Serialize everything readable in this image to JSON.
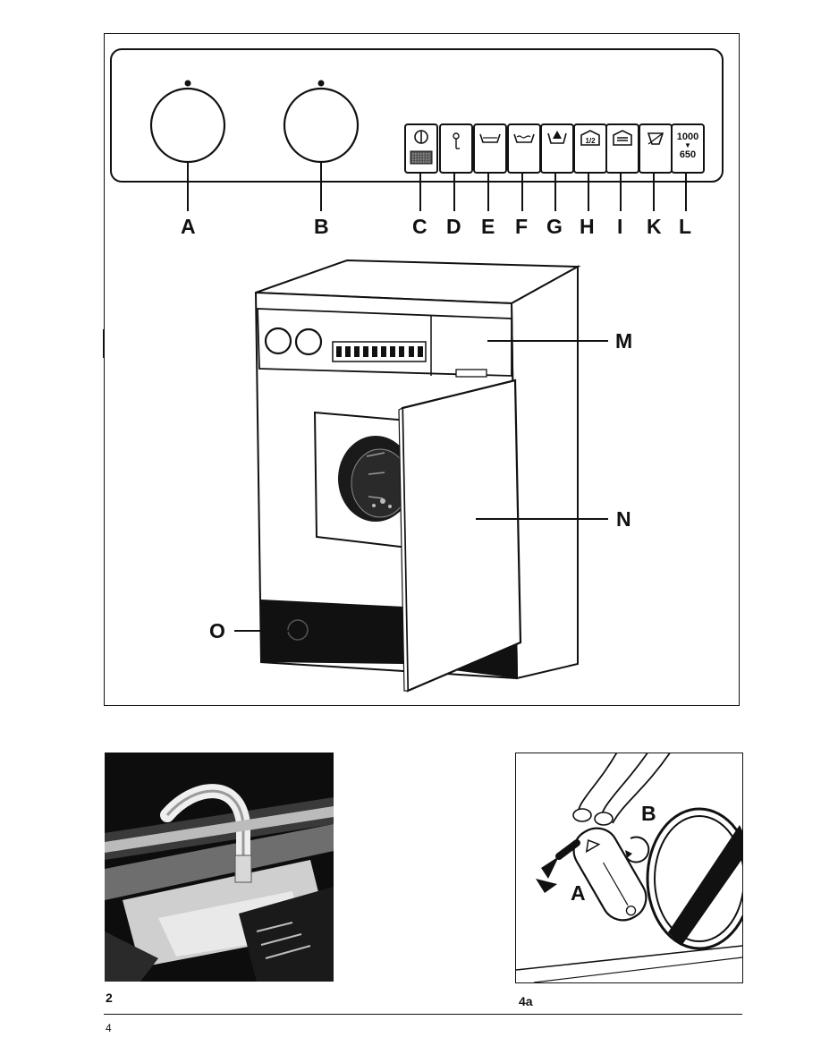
{
  "figure1": {
    "control_labels": [
      "A",
      "B",
      "C",
      "D",
      "E",
      "F",
      "G",
      "H",
      "I",
      "K",
      "L"
    ],
    "machine_labels": [
      "M",
      "N",
      "O"
    ],
    "speed_selector": {
      "high": "1000",
      "low": "650"
    },
    "button_icons": [
      "power-icon",
      "key-icon",
      "prewash-tub-icon",
      "wash-tub-icon",
      "stain-icon",
      "half-load-icon",
      "rinse-hold-icon",
      "no-spin-icon",
      "spin-speed-icon"
    ]
  },
  "figure2": {
    "caption": "2"
  },
  "figure4a": {
    "caption": "4a",
    "label_a": "A",
    "label_b": "B"
  },
  "page_number": "4"
}
